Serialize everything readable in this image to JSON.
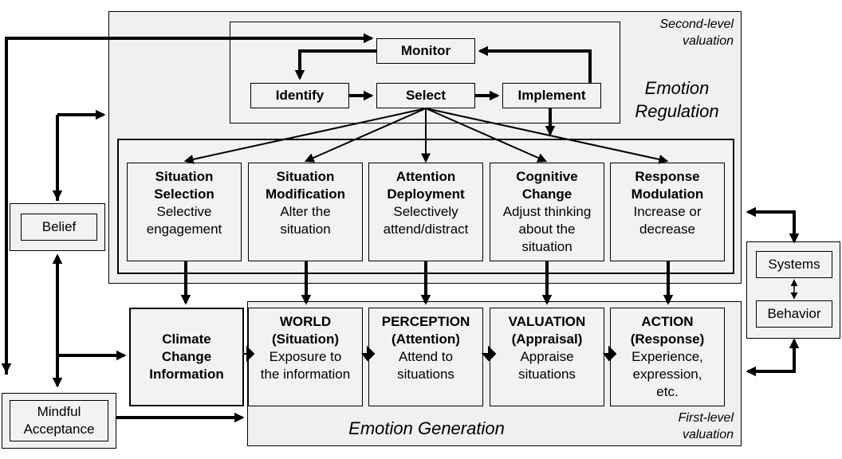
{
  "regions": {
    "second_level": "Second-level\nvaluation",
    "first_level": "First-level\nvaluation",
    "emotion_regulation": "Emotion\nRegulation",
    "emotion_generation": "Emotion Generation"
  },
  "loop": {
    "monitor": "Monitor",
    "identify": "Identify",
    "select": "Select",
    "implement": "Implement"
  },
  "strategies": [
    {
      "title": "Situation\nSelection",
      "desc": "Selective\nengagement"
    },
    {
      "title": "Situation\nModification",
      "desc": "Alter the\nsituation"
    },
    {
      "title": "Attention\nDeployment",
      "desc": "Selectively\nattend/distract"
    },
    {
      "title": "Cognitive\nChange",
      "desc": "Adjust thinking\nabout the\nsituation"
    },
    {
      "title": "Response\nModulation",
      "desc": "Increase or\ndecrease"
    }
  ],
  "stages": [
    {
      "title": "WORLD\n(Situation)",
      "desc": "Exposure to\nthe information"
    },
    {
      "title": "PERCEPTION\n(Attention)",
      "desc": "Attend to\nsituations"
    },
    {
      "title": "VALUATION\n(Appraisal)",
      "desc": "Appraise\nsituations"
    },
    {
      "title": "ACTION\n(Response)",
      "desc": "Experience,\nexpression,\netc."
    }
  ],
  "climate": "Climate\nChange\nInformation",
  "belief": "Belief",
  "mindful": "Mindful\nAcceptance",
  "systems": "Systems",
  "behavior": "Behavior"
}
